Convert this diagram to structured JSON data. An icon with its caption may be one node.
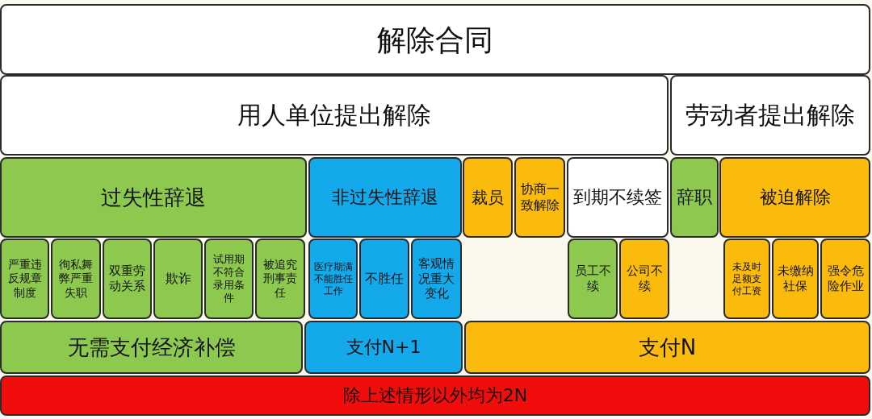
{
  "diagram": {
    "nodes": [
      {
        "text": [
          "解除合同"
        ]
      },
      {
        "text": [
          "用人单位提出解除"
        ]
      },
      {
        "text": [
          "劳动者提出解除"
        ]
      },
      {
        "text": [
          "过失性辞退"
        ]
      },
      {
        "text": [
          "非过失性辞退"
        ]
      },
      {
        "text": [
          "裁员"
        ]
      },
      {
        "text": [
          "协商一致解除"
        ]
      },
      {
        "text": [
          "到期不续签"
        ]
      },
      {
        "text": [
          "辞职"
        ]
      },
      {
        "text": [
          "被迫解除"
        ]
      },
      {
        "text": [
          "严重违反规章制度"
        ]
      },
      {
        "text": [
          "徇私舞弊严重失职"
        ]
      },
      {
        "text": [
          "双重劳动关系"
        ]
      },
      {
        "text": [
          "欺诈"
        ]
      },
      {
        "text": [
          "试用期不符合录用条件"
        ]
      },
      {
        "text": [
          "被追究刑事责任"
        ]
      },
      {
        "text": [
          "医疗期满不能胜任工作"
        ]
      },
      {
        "text": [
          "不胜任"
        ]
      },
      {
        "text": [
          "客观情况重大变化"
        ]
      },
      {
        "text": [
          "员工不续"
        ]
      },
      {
        "text": [
          "公司不续"
        ]
      },
      {
        "text": [
          "未及时足额支付工资"
        ]
      },
      {
        "text": [
          "未缴纳社保"
        ]
      },
      {
        "text": [
          "强令危险作业"
        ]
      },
      {
        "text": [
          "无需支付经济补偿"
        ]
      },
      {
        "text": [
          "支付N+1"
        ]
      },
      {
        "text": [
          "支付N"
        ]
      },
      {
        "text": [
          "除上述情形以外均为2N"
        ]
      }
    ]
  }
}
